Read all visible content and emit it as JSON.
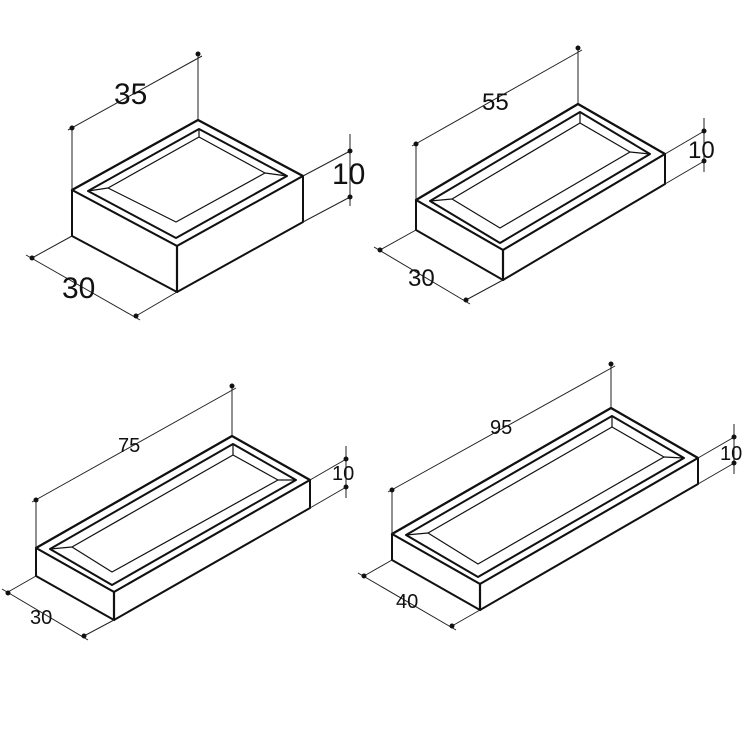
{
  "colors": {
    "line": "#111111",
    "background": "#ffffff"
  },
  "trays": [
    {
      "id": "tray-1",
      "length": "35",
      "height": "10",
      "depth": "30"
    },
    {
      "id": "tray-2",
      "length": "55",
      "height": "10",
      "depth": "30"
    },
    {
      "id": "tray-3",
      "length": "75",
      "height": "10",
      "depth": "30"
    },
    {
      "id": "tray-4",
      "length": "95",
      "height": "10",
      "depth": "40"
    }
  ]
}
